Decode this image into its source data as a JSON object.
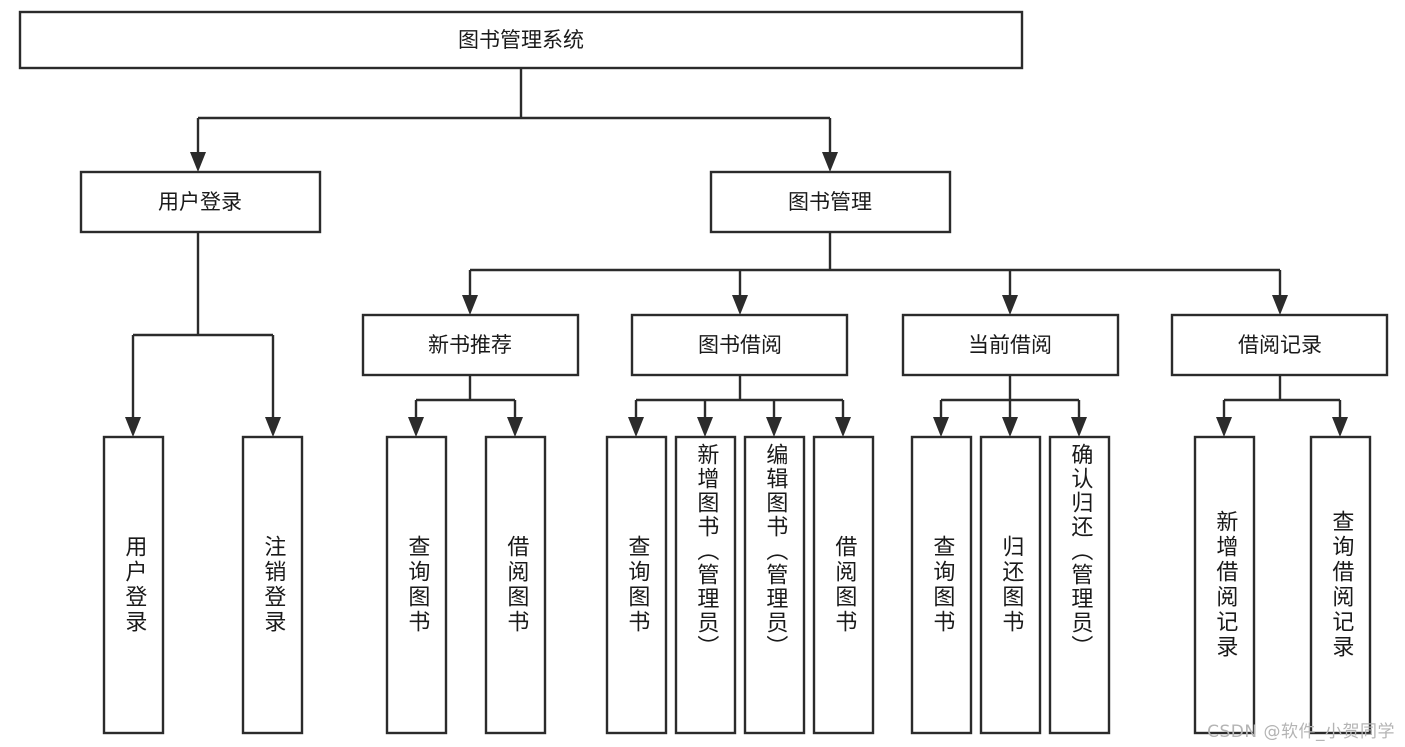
{
  "diagram": {
    "type": "tree-hierarchy-chart",
    "title": "图书管理系统",
    "orientation": "top-down",
    "colors": {
      "box_stroke": "#2b2b2b",
      "box_fill": "#ffffff",
      "text": "#1a1a1a",
      "background": "#ffffff",
      "watermark": "#b4b4b4"
    },
    "root": {
      "label": "图书管理系统"
    },
    "level2": [
      {
        "label": "用户登录"
      },
      {
        "label": "图书管理"
      }
    ],
    "level3": [
      {
        "label": "新书推荐"
      },
      {
        "label": "图书借阅"
      },
      {
        "label": "当前借阅"
      },
      {
        "label": "借阅记录"
      }
    ],
    "leaves": {
      "user_login": [
        {
          "label": "用户登录"
        },
        {
          "label": "注销登录"
        }
      ],
      "new_book_recommend": [
        {
          "label": "查询图书"
        },
        {
          "label": "借阅图书"
        }
      ],
      "book_borrow": [
        {
          "label": "查询图书"
        },
        {
          "label": "新增图书（管理员）"
        },
        {
          "label": "编辑图书（管理员）"
        },
        {
          "label": "借阅图书"
        }
      ],
      "current_borrow": [
        {
          "label": "查询图书"
        },
        {
          "label": "归还图书"
        },
        {
          "label": "确认归还（管理员）"
        }
      ],
      "borrow_record": [
        {
          "label": "新增借阅记录"
        },
        {
          "label": "查询借阅记录"
        }
      ]
    }
  },
  "watermark": {
    "text": "CSDN @软件_小贺同学"
  }
}
